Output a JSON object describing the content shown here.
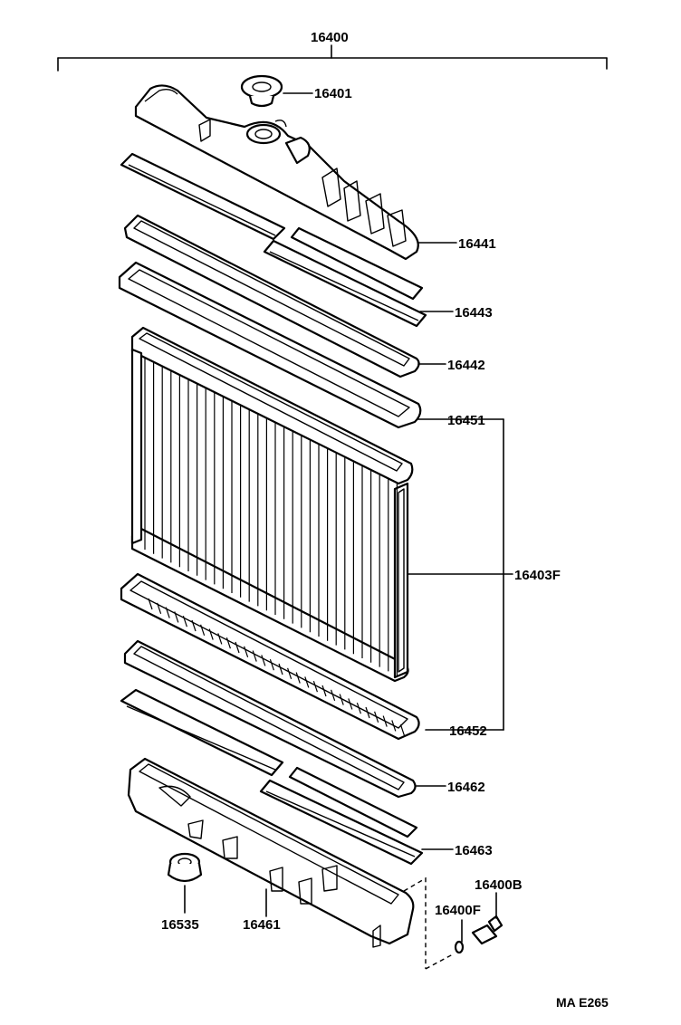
{
  "assembly_label": "16400",
  "parts": {
    "radiator_cap": "16401",
    "upper_tank": "16441",
    "upper_core_plate": "16443",
    "upper_gasket": "16442",
    "core_top_ref": "16451",
    "core_assembly": "16403F",
    "lower_core_plate": "16452",
    "lower_gasket": "16462",
    "lower_tank_plate": "16463",
    "drain_cock_plug": "16400B",
    "drain_o_ring": "16400F",
    "drain_grommet": "16535",
    "lower_tank": "16461"
  },
  "figure_ref": "MA E265"
}
